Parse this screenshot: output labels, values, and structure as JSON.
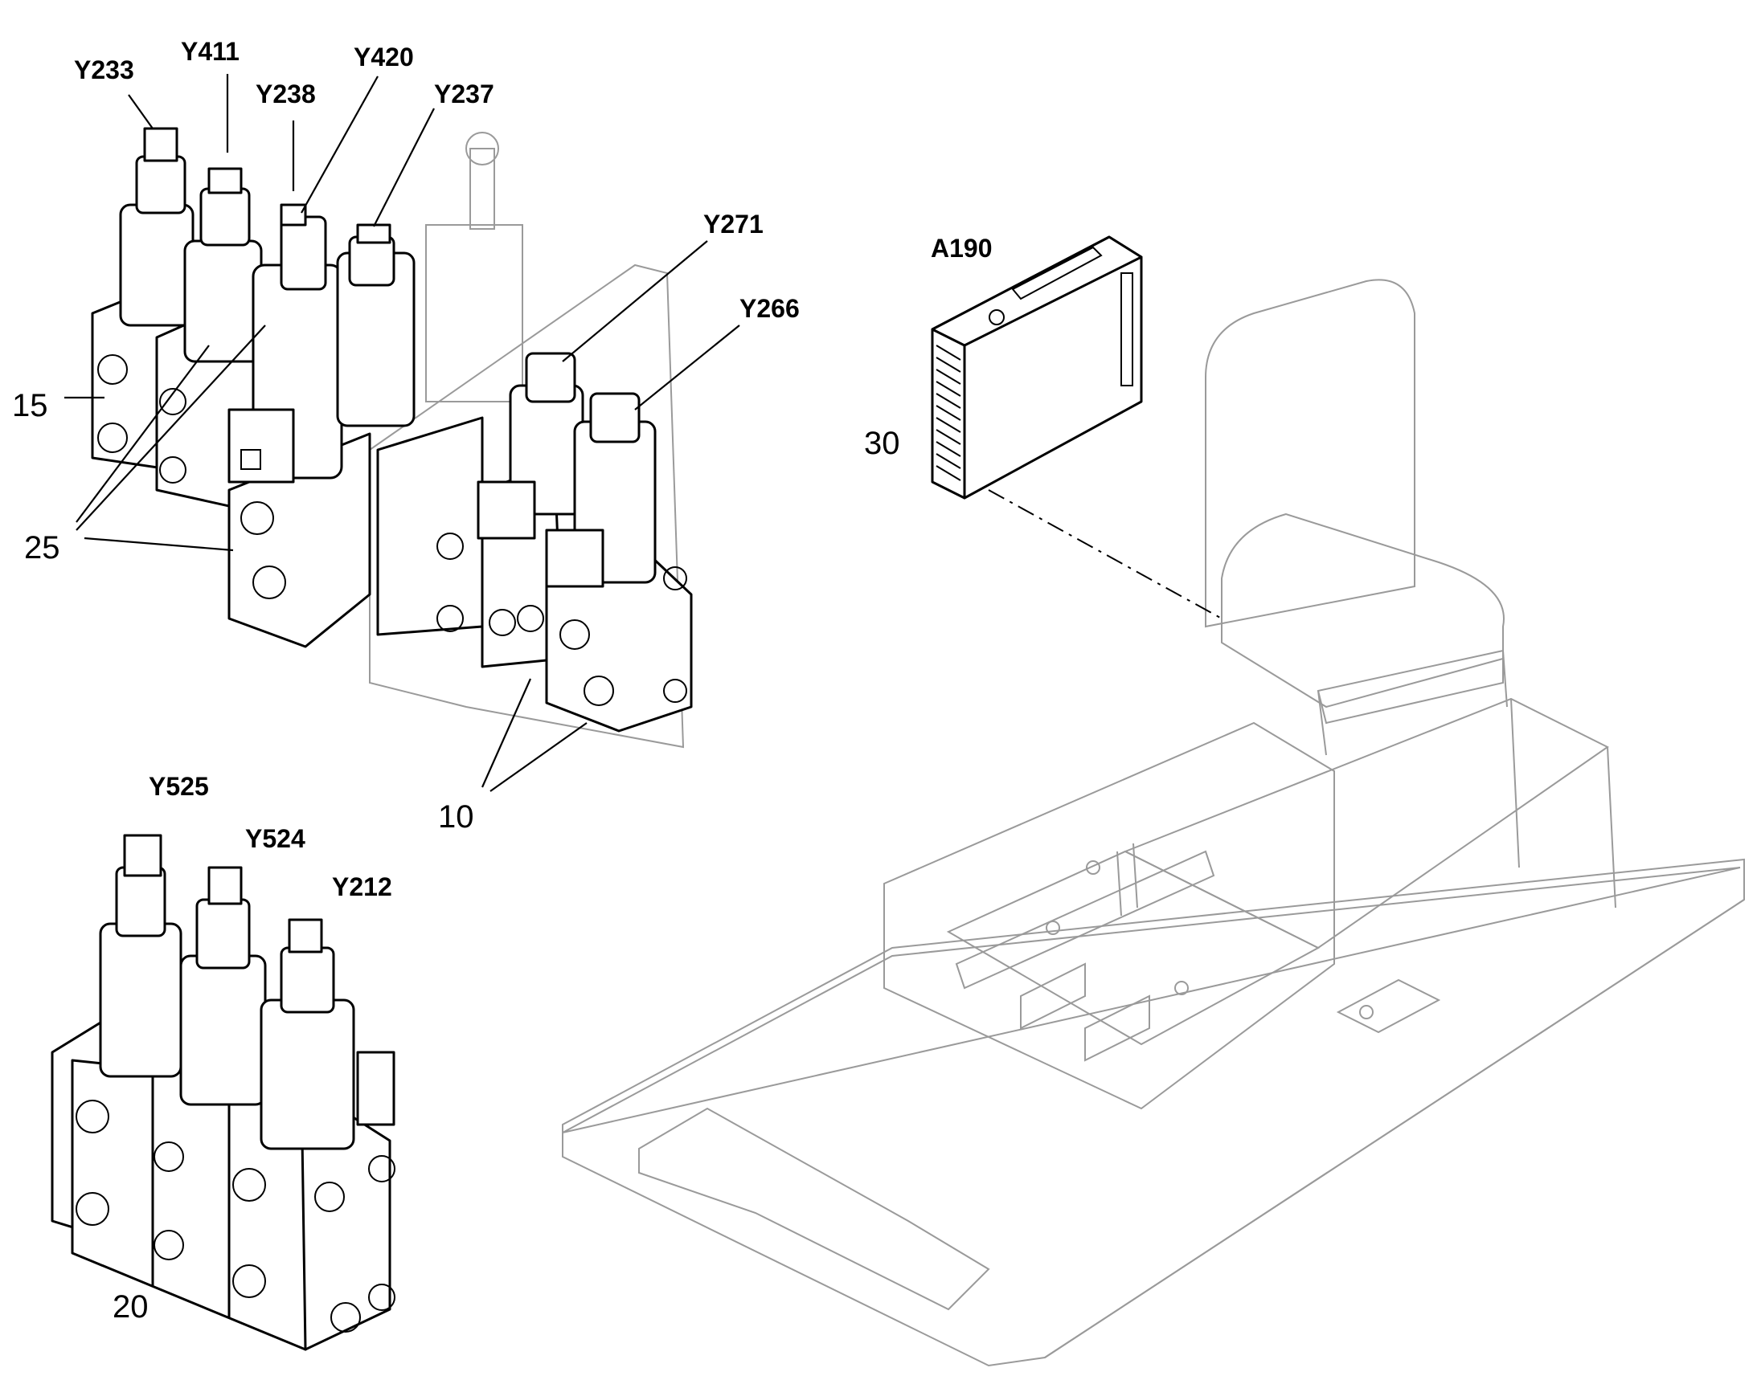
{
  "labels": {
    "Y233": "Y233",
    "Y411": "Y411",
    "Y238": "Y238",
    "Y420": "Y420",
    "Y237": "Y237",
    "Y271": "Y271",
    "Y266": "Y266",
    "A190": "A190",
    "Y525": "Y525",
    "Y524": "Y524",
    "Y212": "Y212",
    "n15": "15",
    "n25": "25",
    "n10": "10",
    "n30": "30",
    "n20": "20"
  }
}
